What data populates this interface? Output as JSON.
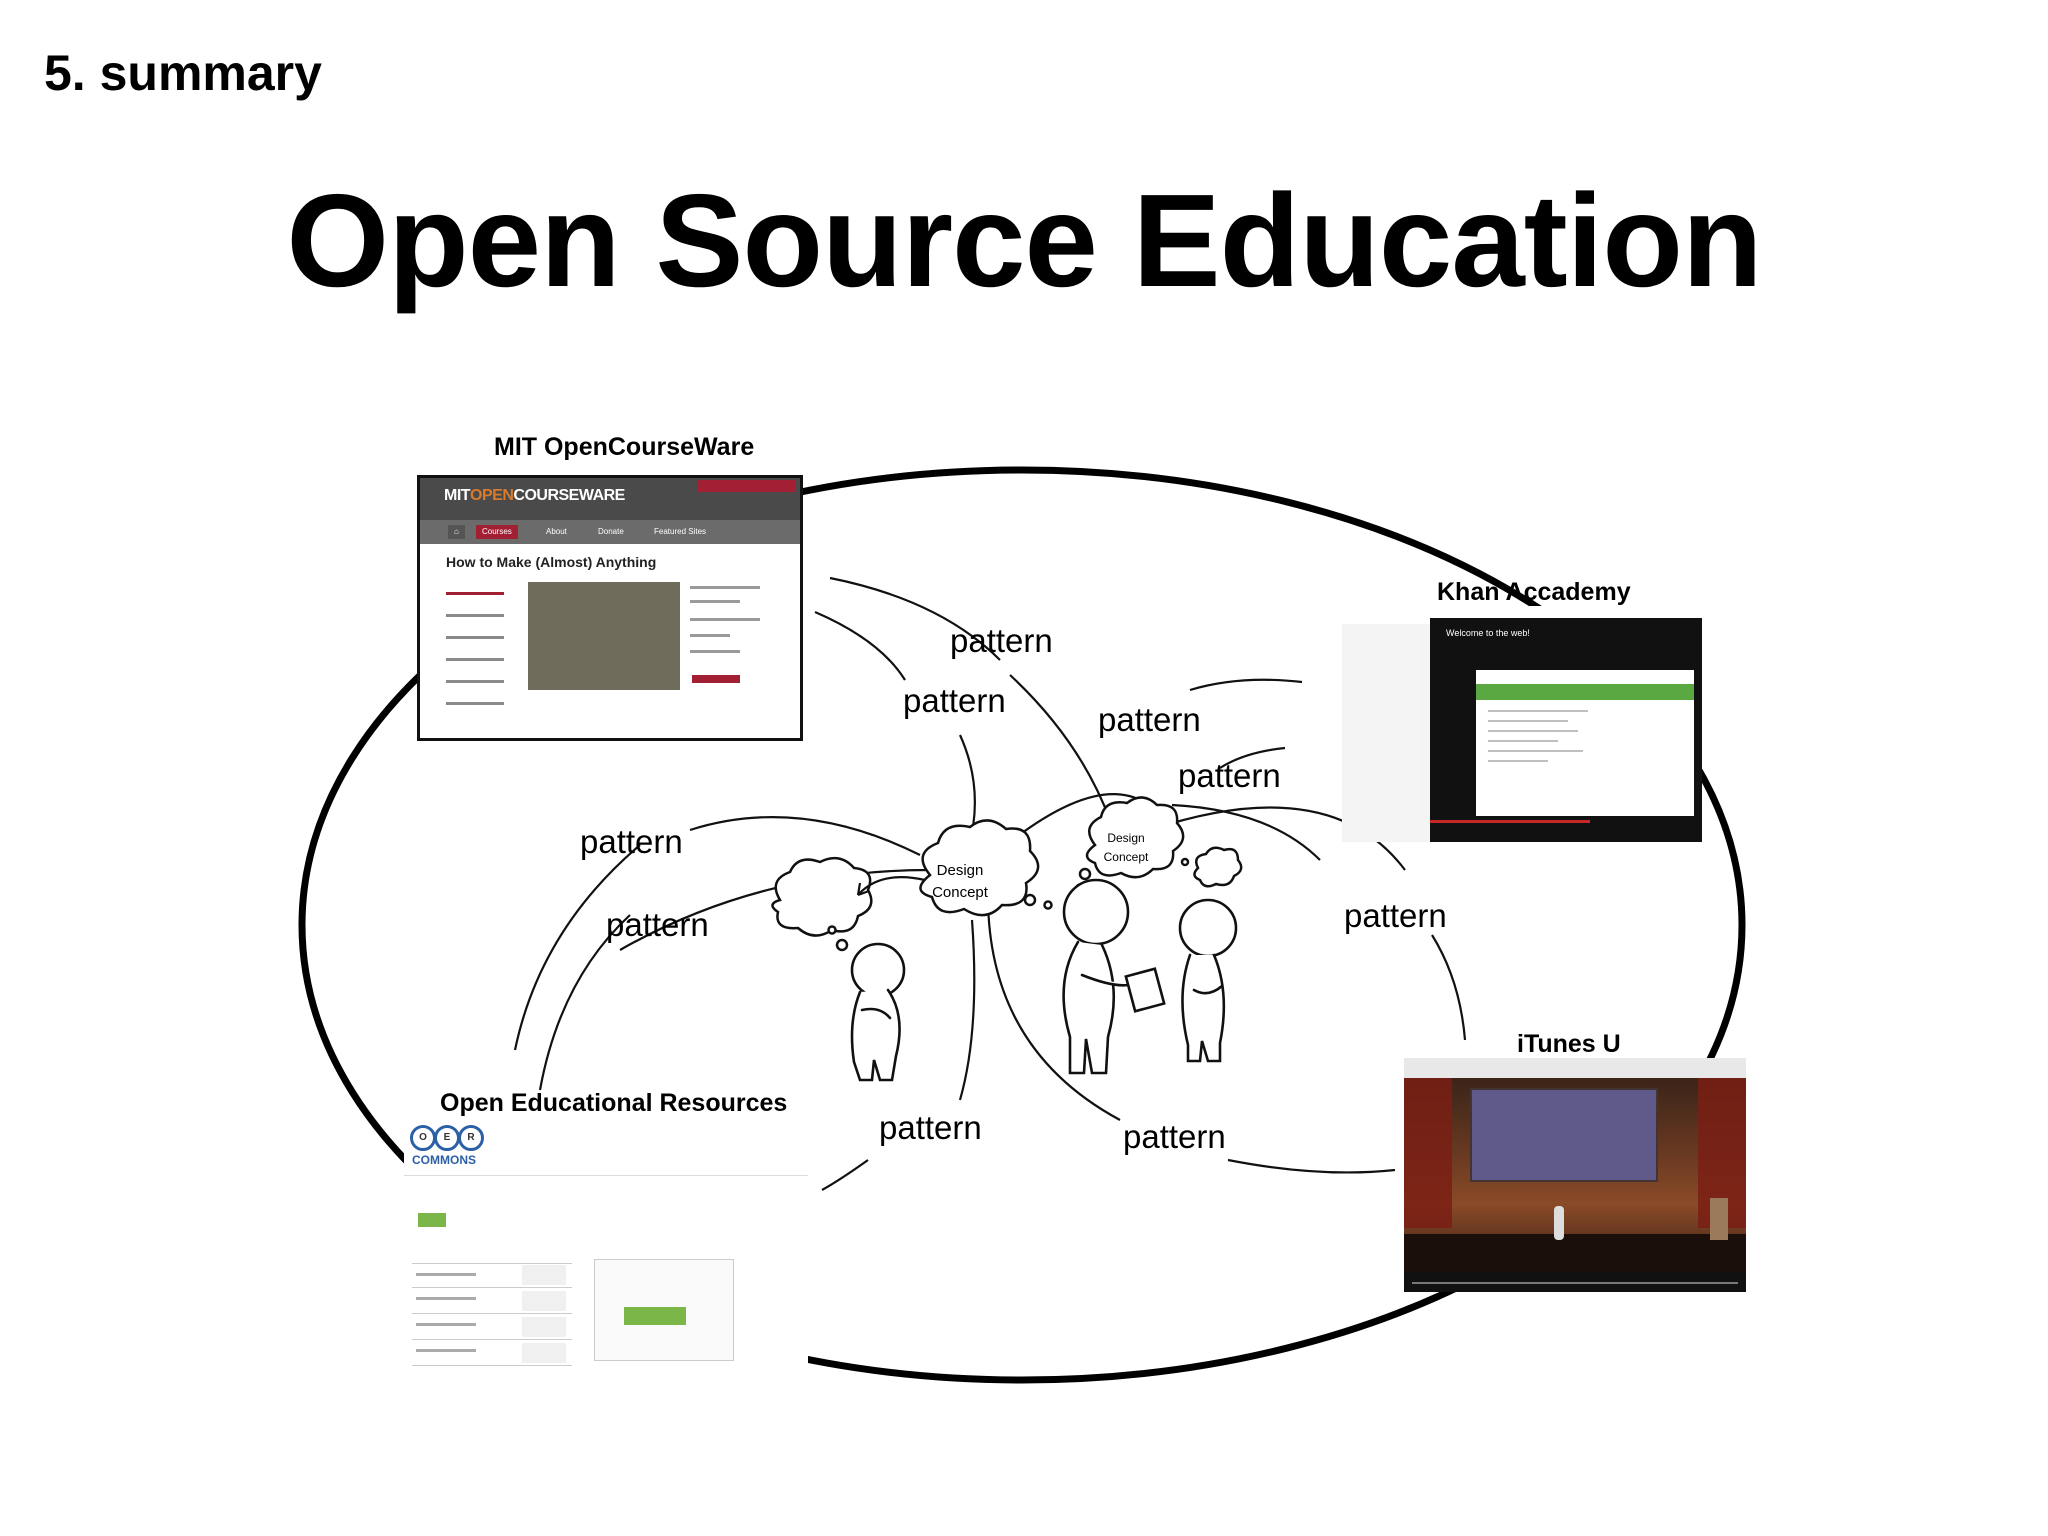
{
  "slide": {
    "section": "5. summary",
    "title": "Open Source Education"
  },
  "sources": {
    "mit": {
      "caption": "MIT OpenCourseWare",
      "logo_part1": "MIT",
      "logo_part2": "OPEN",
      "logo_part3": "COURSEWARE",
      "nav": [
        "Courses",
        "About",
        "Donate",
        "Featured Sites"
      ],
      "page_title": "How to Make (Almost) Anything"
    },
    "khan": {
      "caption": "Khan Accademy",
      "lesson": "Welcome to the web!"
    },
    "oer": {
      "caption": "Open Educational Resources",
      "logo_letters": [
        "O",
        "E",
        "R"
      ],
      "logo_word": "COMMONS"
    },
    "itunes": {
      "caption": "iTunes U"
    }
  },
  "diagram": {
    "link_label": "pattern",
    "bubble_line1": "Design",
    "bubble_line2": "Concept"
  }
}
